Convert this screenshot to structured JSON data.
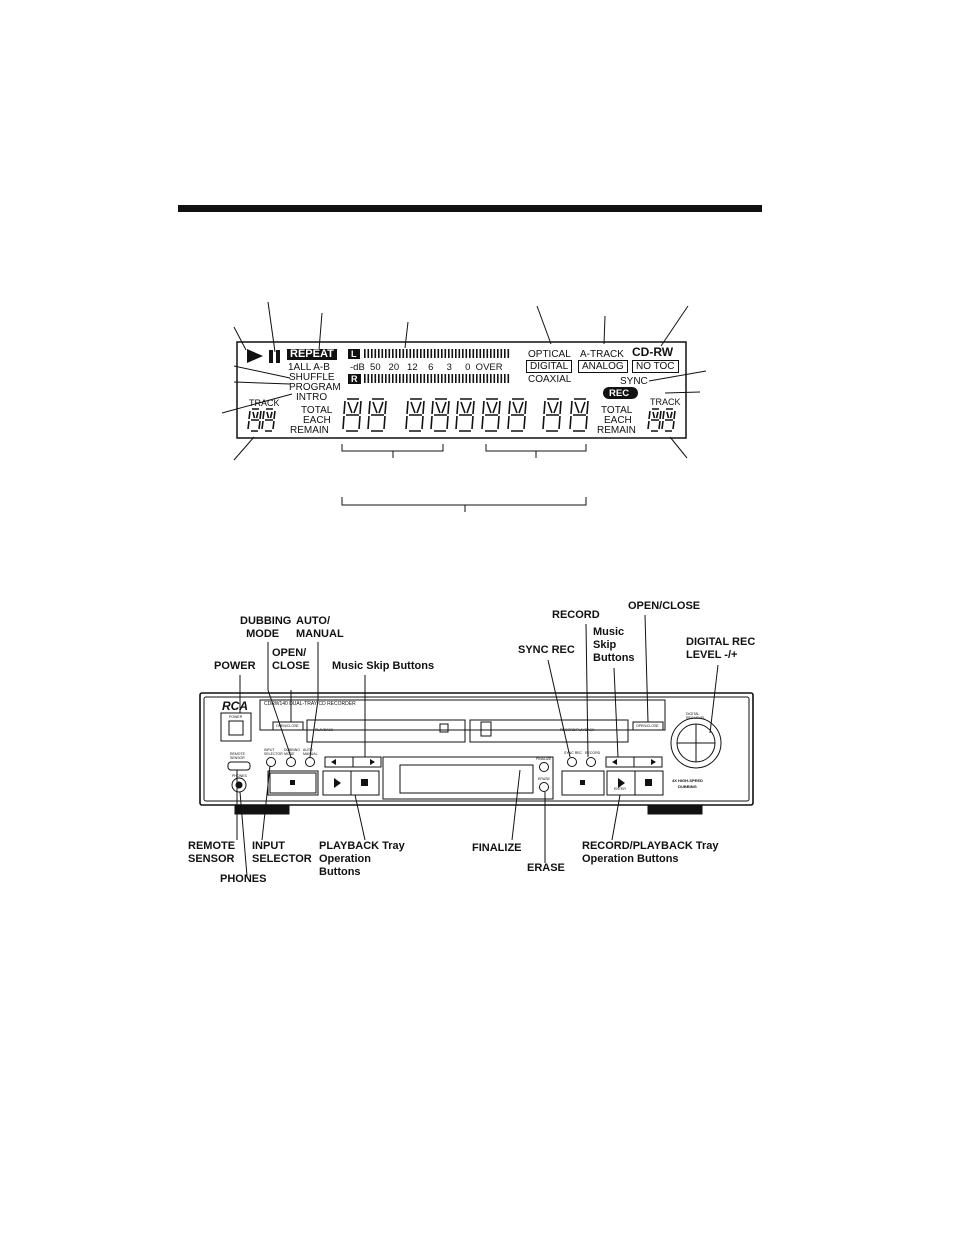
{
  "display": {
    "repeat": "REPEAT",
    "repeat_modes": "1ALL A-B",
    "shuffle": "SHUFFLE",
    "program": "PROGRAM",
    "intro": "INTRO",
    "track_left": "TRACK",
    "total": "TOTAL",
    "each": "EACH",
    "remain": "REMAIN",
    "meter_l": "L",
    "meter_r": "R",
    "db_scale": "-dB  50   20   12    6     3     0  OVER",
    "optical": "OPTICAL",
    "digital": "DIGITAL",
    "coaxial": "COAXIAL",
    "a_track": "A-TRACK",
    "analog": "ANALOG",
    "cd_rw": "CD-RW",
    "no_toc": "NO TOC",
    "sync": "SYNC",
    "rec": "REC",
    "track_right": "TRACK",
    "total_r": "TOTAL",
    "each_r": "EACH",
    "remain_r": "REMAIN"
  },
  "front_panel": {
    "callouts": {
      "power": "POWER",
      "dubbing_mode": "DUBBING\n  MODE",
      "open_close_left": "OPEN/\nCLOSE",
      "auto_manual": "AUTO/\nMANUAL",
      "music_skip_left": "Music Skip Buttons",
      "record": "RECORD",
      "sync_rec": "SYNC REC",
      "music_skip_right": "Music\nSkip\nButtons",
      "open_close_right": "OPEN/CLOSE",
      "digital_rec_level": "DIGITAL REC\nLEVEL -/+",
      "remote_sensor": "REMOTE\nSENSOR",
      "input_selector": "INPUT\nSELECTOR",
      "phones": "PHONES",
      "playback_tray": "PLAYBACK Tray\nOperation\nButtons",
      "finalize": "FINALIZE",
      "erase": "ERASE",
      "record_playback_tray": "RECORD/PLAYBACK Tray\nOperation Buttons"
    },
    "device": {
      "brand": "RCA",
      "model": "CDRW140 DUAL-TRAY CD RECORDER",
      "power_small": "POWER",
      "remote_sensor_small": "REMOTE\nSENSOR",
      "phones_small": "PHONES",
      "open_close_small": "OPEN/CLOSE",
      "playback_small": "PLAYBACK",
      "record_playback_small": "RECORD/PLAYBACK",
      "input_selector_small": "INPUT\nSELECTOR",
      "dubbing_small": "DUBBING\nMODE",
      "auto_small": "AUTO\nMANUAL",
      "finalize_small": "FINALIZE",
      "erase_small": "ERASE",
      "sync_rec_small": "SYNC REC",
      "record_small": "RECORD",
      "enter_small": "ENTER",
      "digital_rec_small": "DIGITAL\nREC LEVEL",
      "dubbing_speed": "4X HIGH-SPEED\nDUBBING"
    }
  }
}
